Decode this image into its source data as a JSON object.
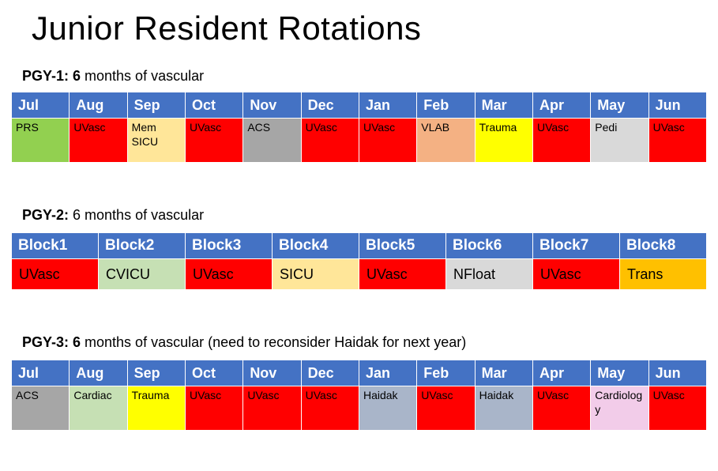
{
  "title": "Junior Resident Rotations",
  "theme": {
    "header_bg": "#4472C4",
    "header_text": "#FFFFFF",
    "uvasc_red": "#FF0000"
  },
  "pgy1": {
    "heading_bold": "PGY-1: 6",
    "heading_rest": " months of vascular",
    "columns": [
      "Jul",
      "Aug",
      "Sep",
      "Oct",
      "Nov",
      "Dec",
      "Jan",
      "Feb",
      "Mar",
      "Apr",
      "May",
      "Jun"
    ],
    "cells": [
      {
        "label": "PRS",
        "color": "#92D050"
      },
      {
        "label": "UVasc",
        "color": "#FF0000"
      },
      {
        "label": "Mem SICU",
        "color": "#FFE699"
      },
      {
        "label": "UVasc",
        "color": "#FF0000"
      },
      {
        "label": "ACS",
        "color": "#A6A6A6"
      },
      {
        "label": "UVasc",
        "color": "#FF0000"
      },
      {
        "label": "UVasc",
        "color": "#FF0000"
      },
      {
        "label": "VLAB",
        "color": "#F4B183"
      },
      {
        "label": "Trauma",
        "color": "#FFFF00"
      },
      {
        "label": "UVasc",
        "color": "#FF0000"
      },
      {
        "label": "Pedi",
        "color": "#D9D9D9"
      },
      {
        "label": "UVasc",
        "color": "#FF0000"
      }
    ]
  },
  "pgy2": {
    "heading_bold": "PGY-2:",
    "heading_rest": " 6 months of vascular",
    "columns": [
      "Block1",
      "Block2",
      "Block3",
      "Block4",
      "Block5",
      "Block6",
      "Block7",
      "Block8"
    ],
    "cells": [
      {
        "label": "UVasc",
        "color": "#FF0000"
      },
      {
        "label": "CVICU",
        "color": "#C6E0B4"
      },
      {
        "label": "UVasc",
        "color": "#FF0000"
      },
      {
        "label": "SICU",
        "color": "#FFE699"
      },
      {
        "label": "UVasc",
        "color": "#FF0000"
      },
      {
        "label": "NFloat",
        "color": "#D9D9D9"
      },
      {
        "label": "UVasc",
        "color": "#FF0000"
      },
      {
        "label": "Trans",
        "color": "#FFC000"
      }
    ]
  },
  "pgy3": {
    "heading_bold": "PGY-3: 6",
    "heading_rest": " months of vascular (need to reconsider Haidak for next year)",
    "columns": [
      "Jul",
      "Aug",
      "Sep",
      "Oct",
      "Nov",
      "Dec",
      "Jan",
      "Feb",
      "Mar",
      "Apr",
      "May",
      "Jun"
    ],
    "cells": [
      {
        "label": "ACS",
        "color": "#A6A6A6"
      },
      {
        "label": "Cardiac",
        "color": "#C6E0B4"
      },
      {
        "label": "Trauma",
        "color": "#FFFF00"
      },
      {
        "label": "UVasc",
        "color": "#FF0000"
      },
      {
        "label": "UVasc",
        "color": "#FF0000"
      },
      {
        "label": "UVasc",
        "color": "#FF0000"
      },
      {
        "label": "Haidak",
        "color": "#A9B5C9"
      },
      {
        "label": "UVasc",
        "color": "#FF0000"
      },
      {
        "label": "Haidak",
        "color": "#A9B5C9"
      },
      {
        "label": "UVasc",
        "color": "#FF0000"
      },
      {
        "label": "Cardiology",
        "color": "#F2CCE9"
      },
      {
        "label": "UVasc",
        "color": "#FF0000"
      }
    ]
  }
}
